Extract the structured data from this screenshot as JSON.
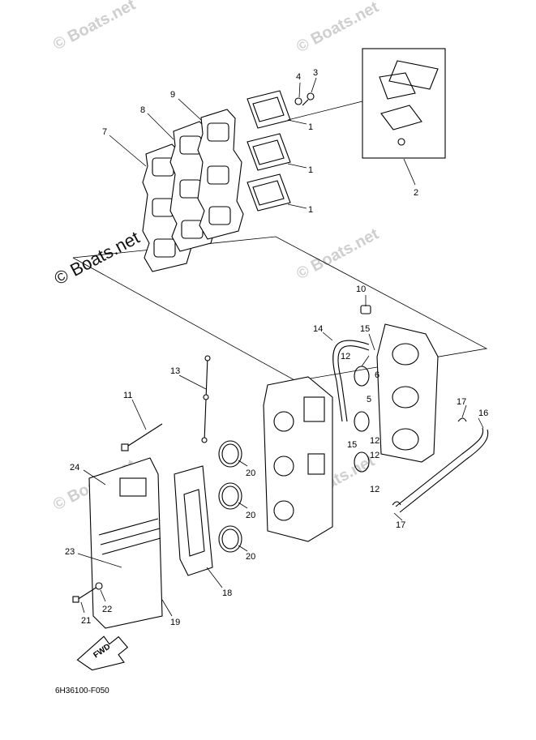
{
  "watermarks": {
    "corner": "© Boats.net",
    "main": "© Boats.net"
  },
  "callouts": {
    "c1a": "1",
    "c1b": "1",
    "c1c": "1",
    "c2": "2",
    "c3": "3",
    "c4": "4",
    "c5": "5",
    "c6": "6",
    "c7": "7",
    "c8": "8",
    "c9": "9",
    "c10": "10",
    "c11": "11",
    "c12a": "12",
    "c12b": "12",
    "c12c": "12",
    "c12d": "12",
    "c13": "13",
    "c14": "14",
    "c15a": "15",
    "c15b": "15",
    "c16": "16",
    "c17a": "17",
    "c17b": "17",
    "c18": "18",
    "c19": "19",
    "c20a": "20",
    "c20b": "20",
    "c20c": "20",
    "c21": "21",
    "c22": "22",
    "c23": "23",
    "c24": "24"
  },
  "fwd_label": "FWD",
  "diagram_code": "6H36100-F050"
}
